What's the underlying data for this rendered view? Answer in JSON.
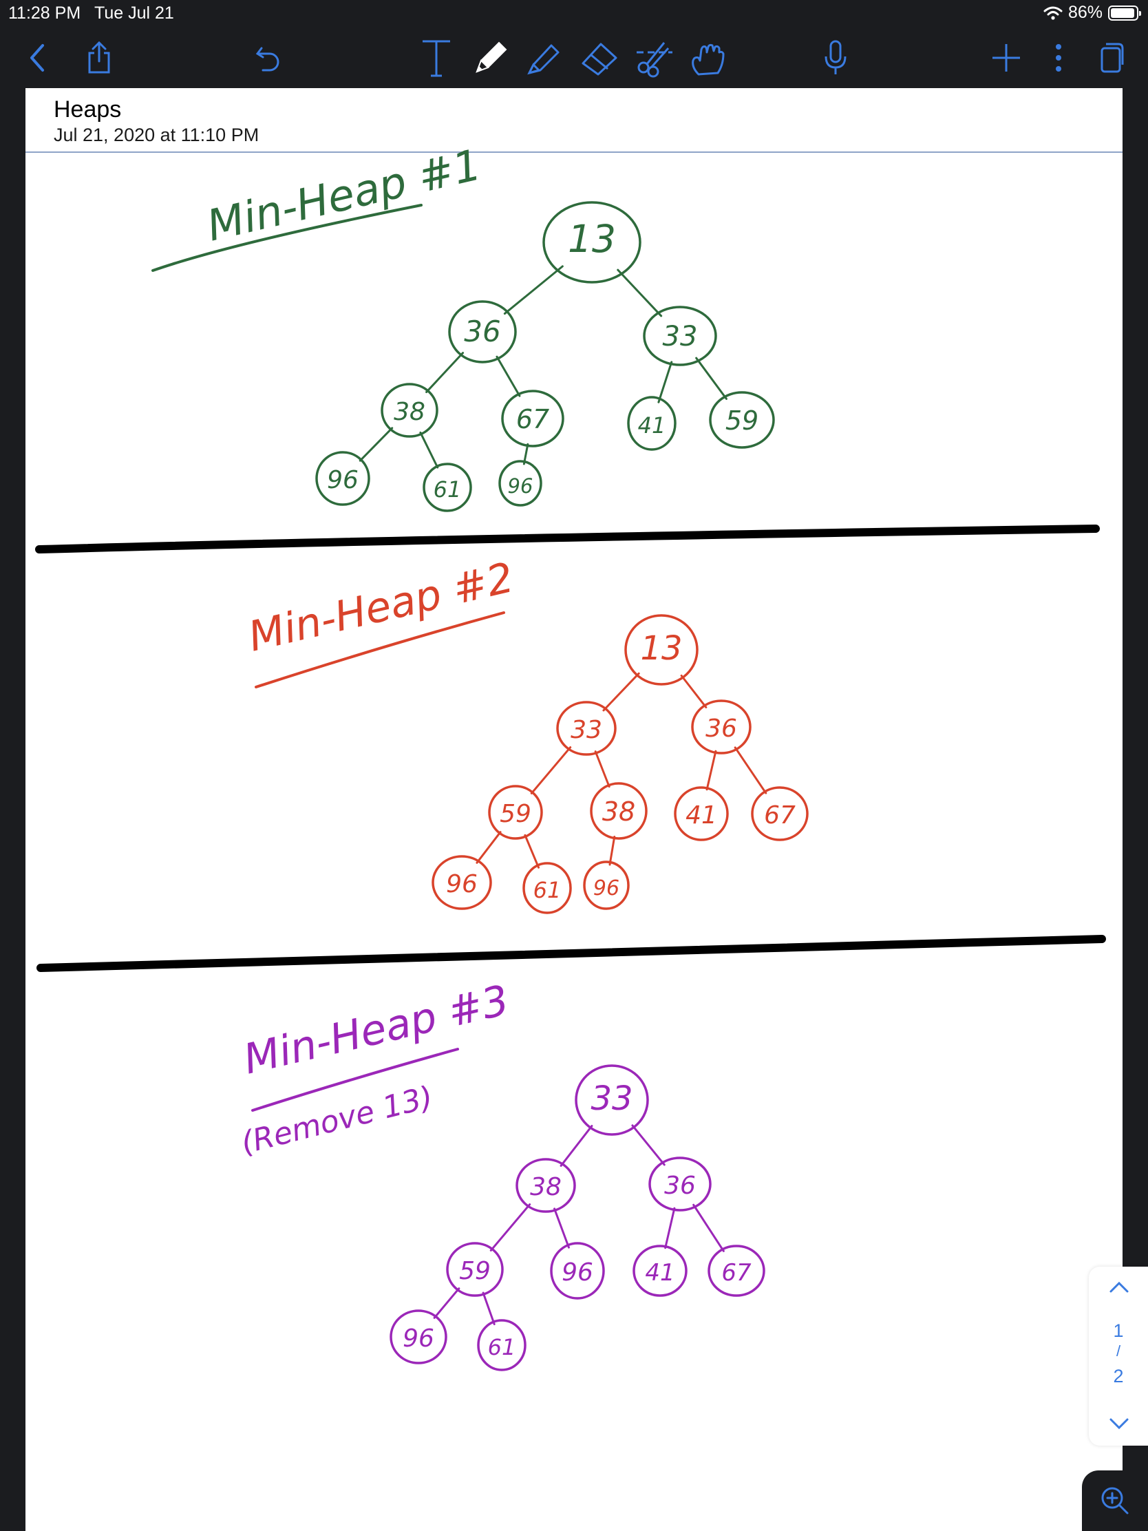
{
  "status_bar": {
    "time": "11:28 PM",
    "date": "Tue Jul 21",
    "battery": "86%"
  },
  "toolbar": {
    "icons": [
      "back-icon",
      "share-icon",
      "undo-icon",
      "text-tool-icon",
      "pen-tool-icon",
      "highlighter-icon",
      "eraser-icon",
      "lasso-icon",
      "hand-pointer-icon",
      "microphone-icon",
      "add-icon",
      "more-icon",
      "pages-icon"
    ]
  },
  "note": {
    "title": "Heaps",
    "subtitle": "Jul 21, 2020 at 11:10 PM",
    "sections": [
      {
        "heading": "Min-Heap #1",
        "note": "",
        "color": "#2e6b3c",
        "nodes": [
          "13",
          "36",
          "33",
          "38",
          "67",
          "41",
          "59",
          "96",
          "61",
          "96"
        ]
      },
      {
        "heading": "Min-Heap #2",
        "note": "",
        "color": "#d9432b",
        "nodes": [
          "13",
          "33",
          "36",
          "59",
          "38",
          "41",
          "67",
          "96",
          "61",
          "96"
        ]
      },
      {
        "heading": "Min-Heap #3",
        "note": "(Remove 13)",
        "color": "#9b27b8",
        "nodes": [
          "33",
          "38",
          "36",
          "59",
          "96",
          "41",
          "67",
          "96",
          "61"
        ]
      }
    ]
  },
  "pager": {
    "current": "1",
    "separator": "/",
    "total": "2"
  },
  "colors": {
    "accent": "#3a7be0",
    "background": "#1b1c1f",
    "divider": "#000000"
  }
}
